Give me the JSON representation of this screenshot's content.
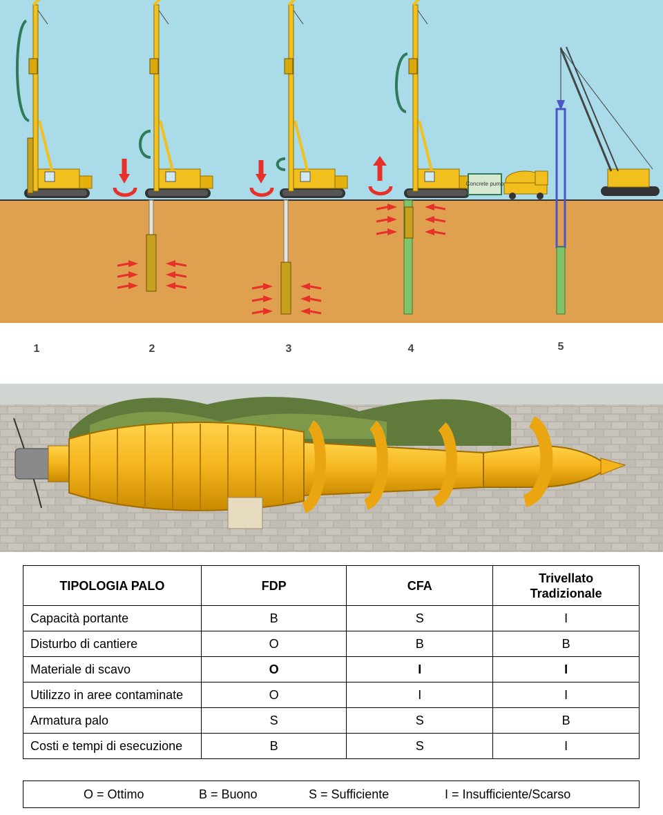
{
  "steps": [
    "1",
    "2",
    "3",
    "4",
    "5"
  ],
  "truck_label": "Concrete pump",
  "table": {
    "headers": [
      "TIPOLOGIA PALO",
      "FDP",
      "CFA",
      "Trivellato\nTradizionale"
    ],
    "header_lines": [
      "Trivellato",
      "Tradizionale"
    ],
    "rows": [
      {
        "label": "Capacità portante",
        "values": [
          "B",
          "S",
          "I"
        ]
      },
      {
        "label": "Disturbo di cantiere",
        "values": [
          "O",
          "B",
          "B"
        ]
      },
      {
        "label": "Materiale di scavo",
        "values": [
          "O",
          "I",
          "I"
        ]
      },
      {
        "label": "Utilizzo in aree contaminate",
        "values": [
          "O",
          "I",
          "I"
        ]
      },
      {
        "label": "Armatura palo",
        "values": [
          "S",
          "S",
          "B"
        ]
      },
      {
        "label": "Costi e tempi di esecuzione",
        "values": [
          "B",
          "S",
          "I"
        ]
      }
    ]
  },
  "legend": {
    "o": "O = Ottimo",
    "b": "B = Buono",
    "s": "S = Sufficiente",
    "i": "I = Insufficiente/Scarso"
  },
  "colors": {
    "sky": "#a9dbe8",
    "soil": "#dfa050",
    "machine": "#f2c01e",
    "arrow": "#e8302a",
    "concrete": "#7fc36a",
    "cage": "#4a55c8",
    "tool": "#f5b41c"
  }
}
